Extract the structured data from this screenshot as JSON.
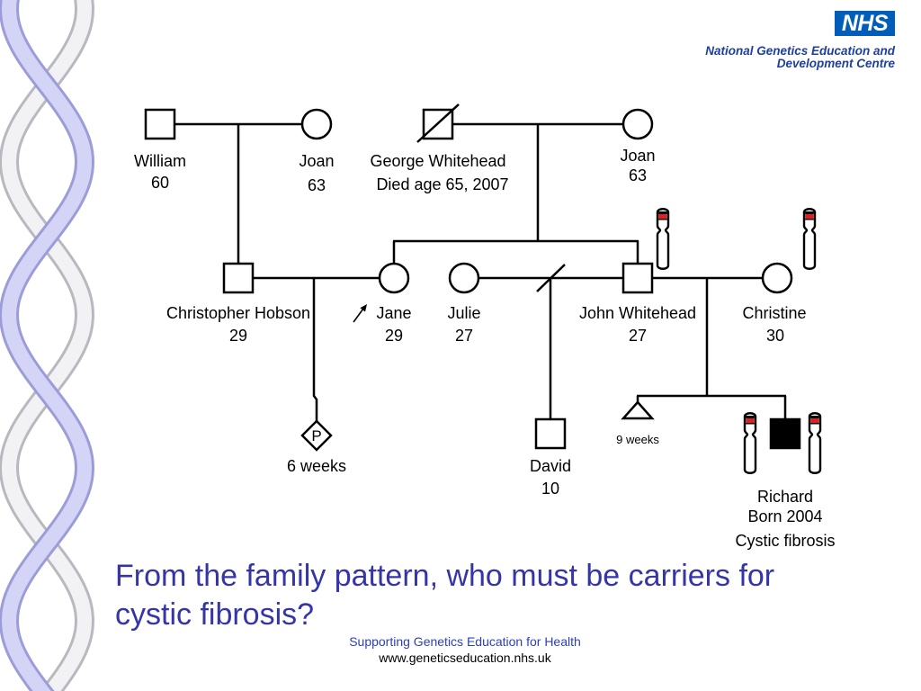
{
  "header": {
    "logo_text": "NHS",
    "org_line1": "National Genetics Education and",
    "org_line2": "Development Centre"
  },
  "pedigree": {
    "william": {
      "name": "William",
      "age": "60",
      "icon": "male-square-icon"
    },
    "joan_1": {
      "name": "Joan",
      "age": "63",
      "icon": "female-circle-icon"
    },
    "george": {
      "name": "George Whitehead",
      "status": "Died age 65, 2007",
      "icon": "deceased-male-icon"
    },
    "joan_2": {
      "name": "Joan",
      "age": "63",
      "icon": "female-circle-icon"
    },
    "christopher": {
      "name": "Christopher Hobson",
      "age": "29",
      "icon": "male-square-icon"
    },
    "jane": {
      "name": "Jane",
      "age": "29",
      "icon": "female-circle-icon"
    },
    "julie": {
      "name": "Julie",
      "age": "27",
      "icon": "female-circle-icon"
    },
    "john": {
      "name": "John Whitehead",
      "age": "27",
      "icon": "male-square-icon"
    },
    "christine": {
      "name": "Christine",
      "age": "30",
      "icon": "female-circle-icon"
    },
    "pregnancy": {
      "symbol": "P",
      "gestation": "6 weeks",
      "icon": "pregnancy-diamond-icon"
    },
    "david": {
      "name": "David",
      "age": "10",
      "icon": "male-square-icon"
    },
    "miscarriage": {
      "gestation": "9 weeks",
      "icon": "miscarriage-triangle-icon"
    },
    "richard": {
      "name": "Richard",
      "born": "Born 2004",
      "condition": "Cystic fibrosis",
      "icon": "affected-male-square-icon"
    }
  },
  "question": {
    "line1": "From the family pattern, who must be carriers for",
    "line2": "cystic fibrosis?"
  },
  "footer": {
    "tagline": "Supporting Genetics Education for Health",
    "url": "www.geneticseducation.nhs.uk"
  },
  "colors": {
    "nhs_blue": "#005EB8",
    "org_text": "#1E40A0",
    "question_text": "#3535A8",
    "footer_tagline": "#2B3FBF",
    "chromosome_band": "#E02020",
    "helix_lavender": "#D4D4F6"
  }
}
